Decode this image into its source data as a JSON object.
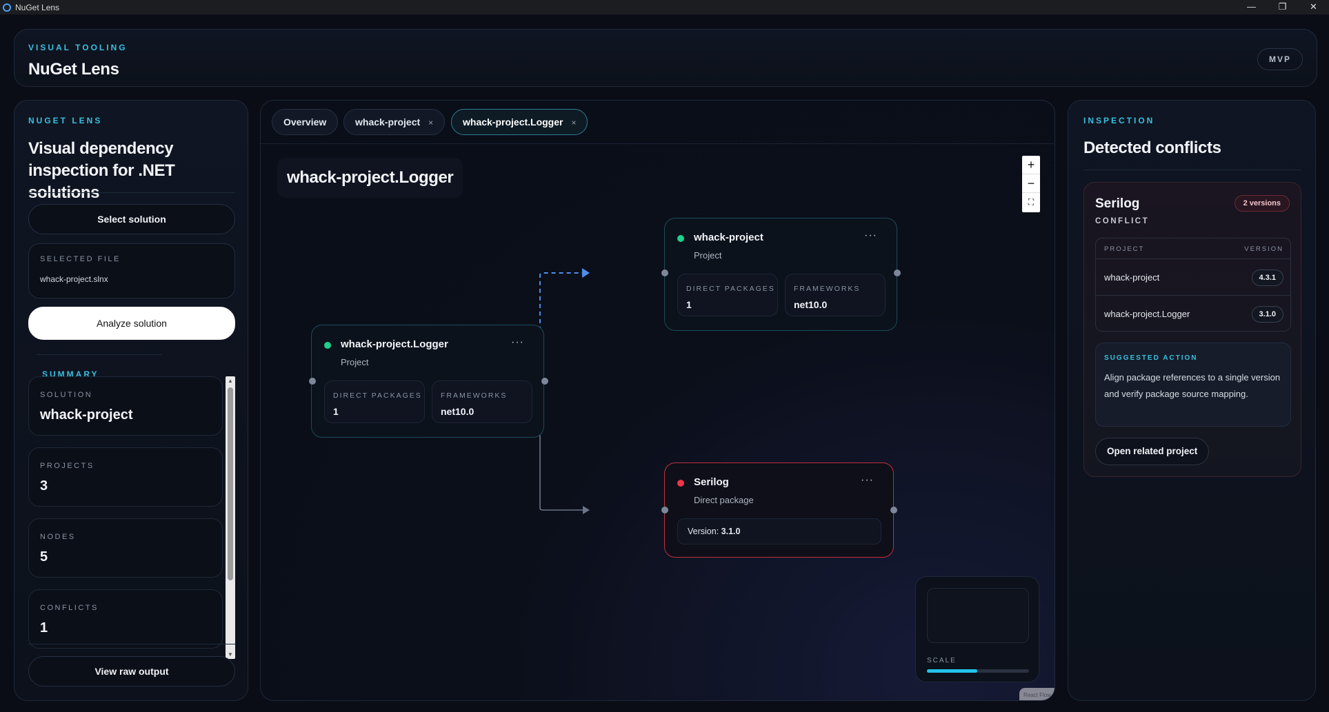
{
  "window": {
    "title": "NuGet Lens",
    "controls": [
      "—",
      "❐",
      "✕"
    ]
  },
  "header": {
    "eyebrow": "VISUAL TOOLING",
    "title": "NuGet Lens",
    "badge": "MVP"
  },
  "sidebar": {
    "eyebrow": "NUGET LENS",
    "hero": "Visual dependency inspection for .NET solutions",
    "select_button": "Select solution",
    "selected_file_label": "SELECTED FILE",
    "selected_file_value": "whack-project.slnx",
    "analyze_button": "Analyze solution",
    "summary_label": "SUMMARY",
    "stats": [
      {
        "label": "SOLUTION",
        "value": "whack-project"
      },
      {
        "label": "PROJECTS",
        "value": "3"
      },
      {
        "label": "NODES",
        "value": "5"
      },
      {
        "label": "CONFLICTS",
        "value": "1"
      }
    ],
    "raw_button": "View raw output"
  },
  "canvas": {
    "tabs": [
      {
        "label": "Overview",
        "closable": false,
        "active": false
      },
      {
        "label": "whack-project",
        "closable": true,
        "active": false
      },
      {
        "label": "whack-project.Logger",
        "closable": true,
        "active": true
      }
    ],
    "tab_close_glyph": "×",
    "title": "whack-project.Logger",
    "zoom": {
      "in": "+",
      "out": "−",
      "fit": "⛶"
    },
    "nodes": {
      "logger": {
        "name": "whack-project.Logger",
        "kind": "Project",
        "menu": "···",
        "direct_label": "DIRECT PACKAGES",
        "direct_value": "1",
        "frameworks_label": "FRAMEWORKS",
        "frameworks_value": "net10.0"
      },
      "project": {
        "name": "whack-project",
        "kind": "Project",
        "menu": "···",
        "direct_label": "DIRECT PACKAGES",
        "direct_value": "1",
        "frameworks_label": "FRAMEWORKS",
        "frameworks_value": "net10.0"
      },
      "serilog": {
        "name": "Serilog",
        "kind": "Direct package",
        "menu": "···",
        "version_label": "Version:",
        "version_value": "3.1.0"
      }
    },
    "minimap": {
      "scale_label": "SCALE",
      "scale_fraction": 0.49
    },
    "attribution": "React Flow",
    "colors": {
      "ok": "#1fd08a",
      "conflict": "#ef3547",
      "accent": "#39c0df",
      "edge_dashed": "#4f8fe8"
    }
  },
  "inspector": {
    "eyebrow": "INSPECTION",
    "title": "Detected conflicts",
    "conflict": {
      "package": "Serilog",
      "badge": "2 versions",
      "tag": "CONFLICT",
      "col_project": "PROJECT",
      "col_version": "VERSION",
      "rows": [
        {
          "project": "whack-project",
          "version": "4.3.1"
        },
        {
          "project": "whack-project.Logger",
          "version": "3.1.0"
        }
      ],
      "suggested_label": "SUGGESTED ACTION",
      "suggested_text": "Align package references to a single version and verify package source mapping.",
      "open_button": "Open related project"
    }
  }
}
